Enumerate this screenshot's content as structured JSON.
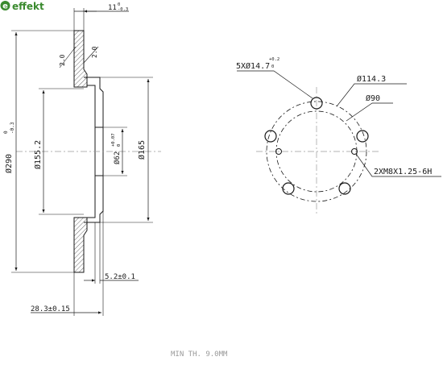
{
  "brand": {
    "logo_text": "effekt",
    "logo_symbol": "e",
    "color": "#3a8a2e"
  },
  "side_view": {
    "outer_diameter": "Ø290",
    "outer_tol_top": "0",
    "outer_tol_bottom": "-0.3",
    "thickness": "11",
    "thickness_tol_top": "0",
    "thickness_tol_bottom": "-0.3",
    "hat_diameter": "Ø155.2",
    "center_bore": "Ø62",
    "center_bore_tol_top": "+0.07",
    "center_bore_tol_bottom": "0",
    "mount_diameter": "Ø165",
    "chamfer_left": "2.0",
    "chamfer_right": "2.0",
    "hat_offset": "5.2±0.1",
    "total_height": "28.3±0.15"
  },
  "front_view": {
    "bolt_holes": "5XØ14.7",
    "bolt_tol_top": "+0.2",
    "bolt_tol_bottom": "0",
    "pcd": "Ø114.3",
    "pilot": "Ø90",
    "threads": "2XM8X1.25-6H"
  },
  "footer": {
    "note": "MIN TH. 9.0MM"
  },
  "colors": {
    "line": "#1a1a1a",
    "faint": "#9a9a9a"
  }
}
